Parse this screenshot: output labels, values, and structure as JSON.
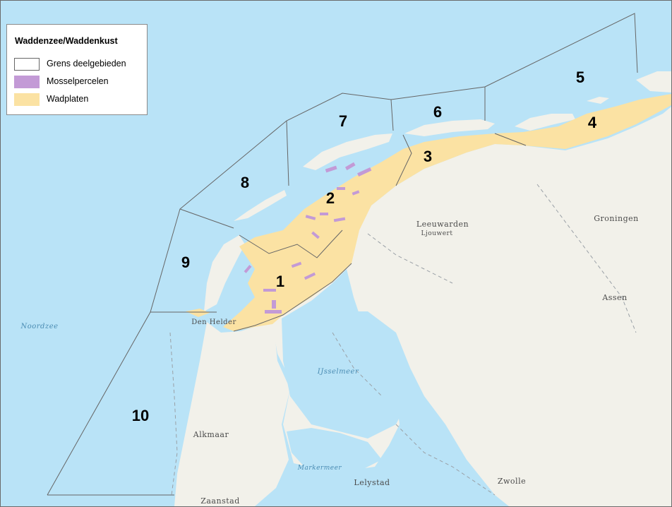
{
  "legend": {
    "title": "Waddenzee/Waddenkust",
    "items": [
      {
        "label": "Grens deelgebieden",
        "fill": "#ffffff",
        "stroke": "#666666"
      },
      {
        "label": "Mosselpercelen",
        "fill": "#c39ad6",
        "stroke": "#c39ad6"
      },
      {
        "label": "Wadplaten",
        "fill": "#fbe2a3",
        "stroke": "#fbe2a3"
      }
    ]
  },
  "zones": [
    "1",
    "2",
    "3",
    "4",
    "5",
    "6",
    "7",
    "8",
    "9",
    "10"
  ],
  "places": {
    "leeuwarden": "Leeuwarden",
    "ljouwert": "Ljouwert",
    "groningen": "Groningen",
    "assen": "Assen",
    "den_helder": "Den Helder",
    "alkmaar": "Alkmaar",
    "zaanstad": "Zaanstad",
    "lelystad": "Lelystad",
    "zwolle": "Zwolle"
  },
  "water": {
    "noordzee": "Noordzee",
    "ijsselmeer": "IJsselmeer",
    "markermeer": "Markermeer"
  },
  "colors": {
    "sea": "#b9e3f7",
    "land": "#f2f1ea",
    "tidal_flats": "#fbe2a3",
    "mussel_plots": "#c39ad6",
    "boundary": "#666666"
  }
}
